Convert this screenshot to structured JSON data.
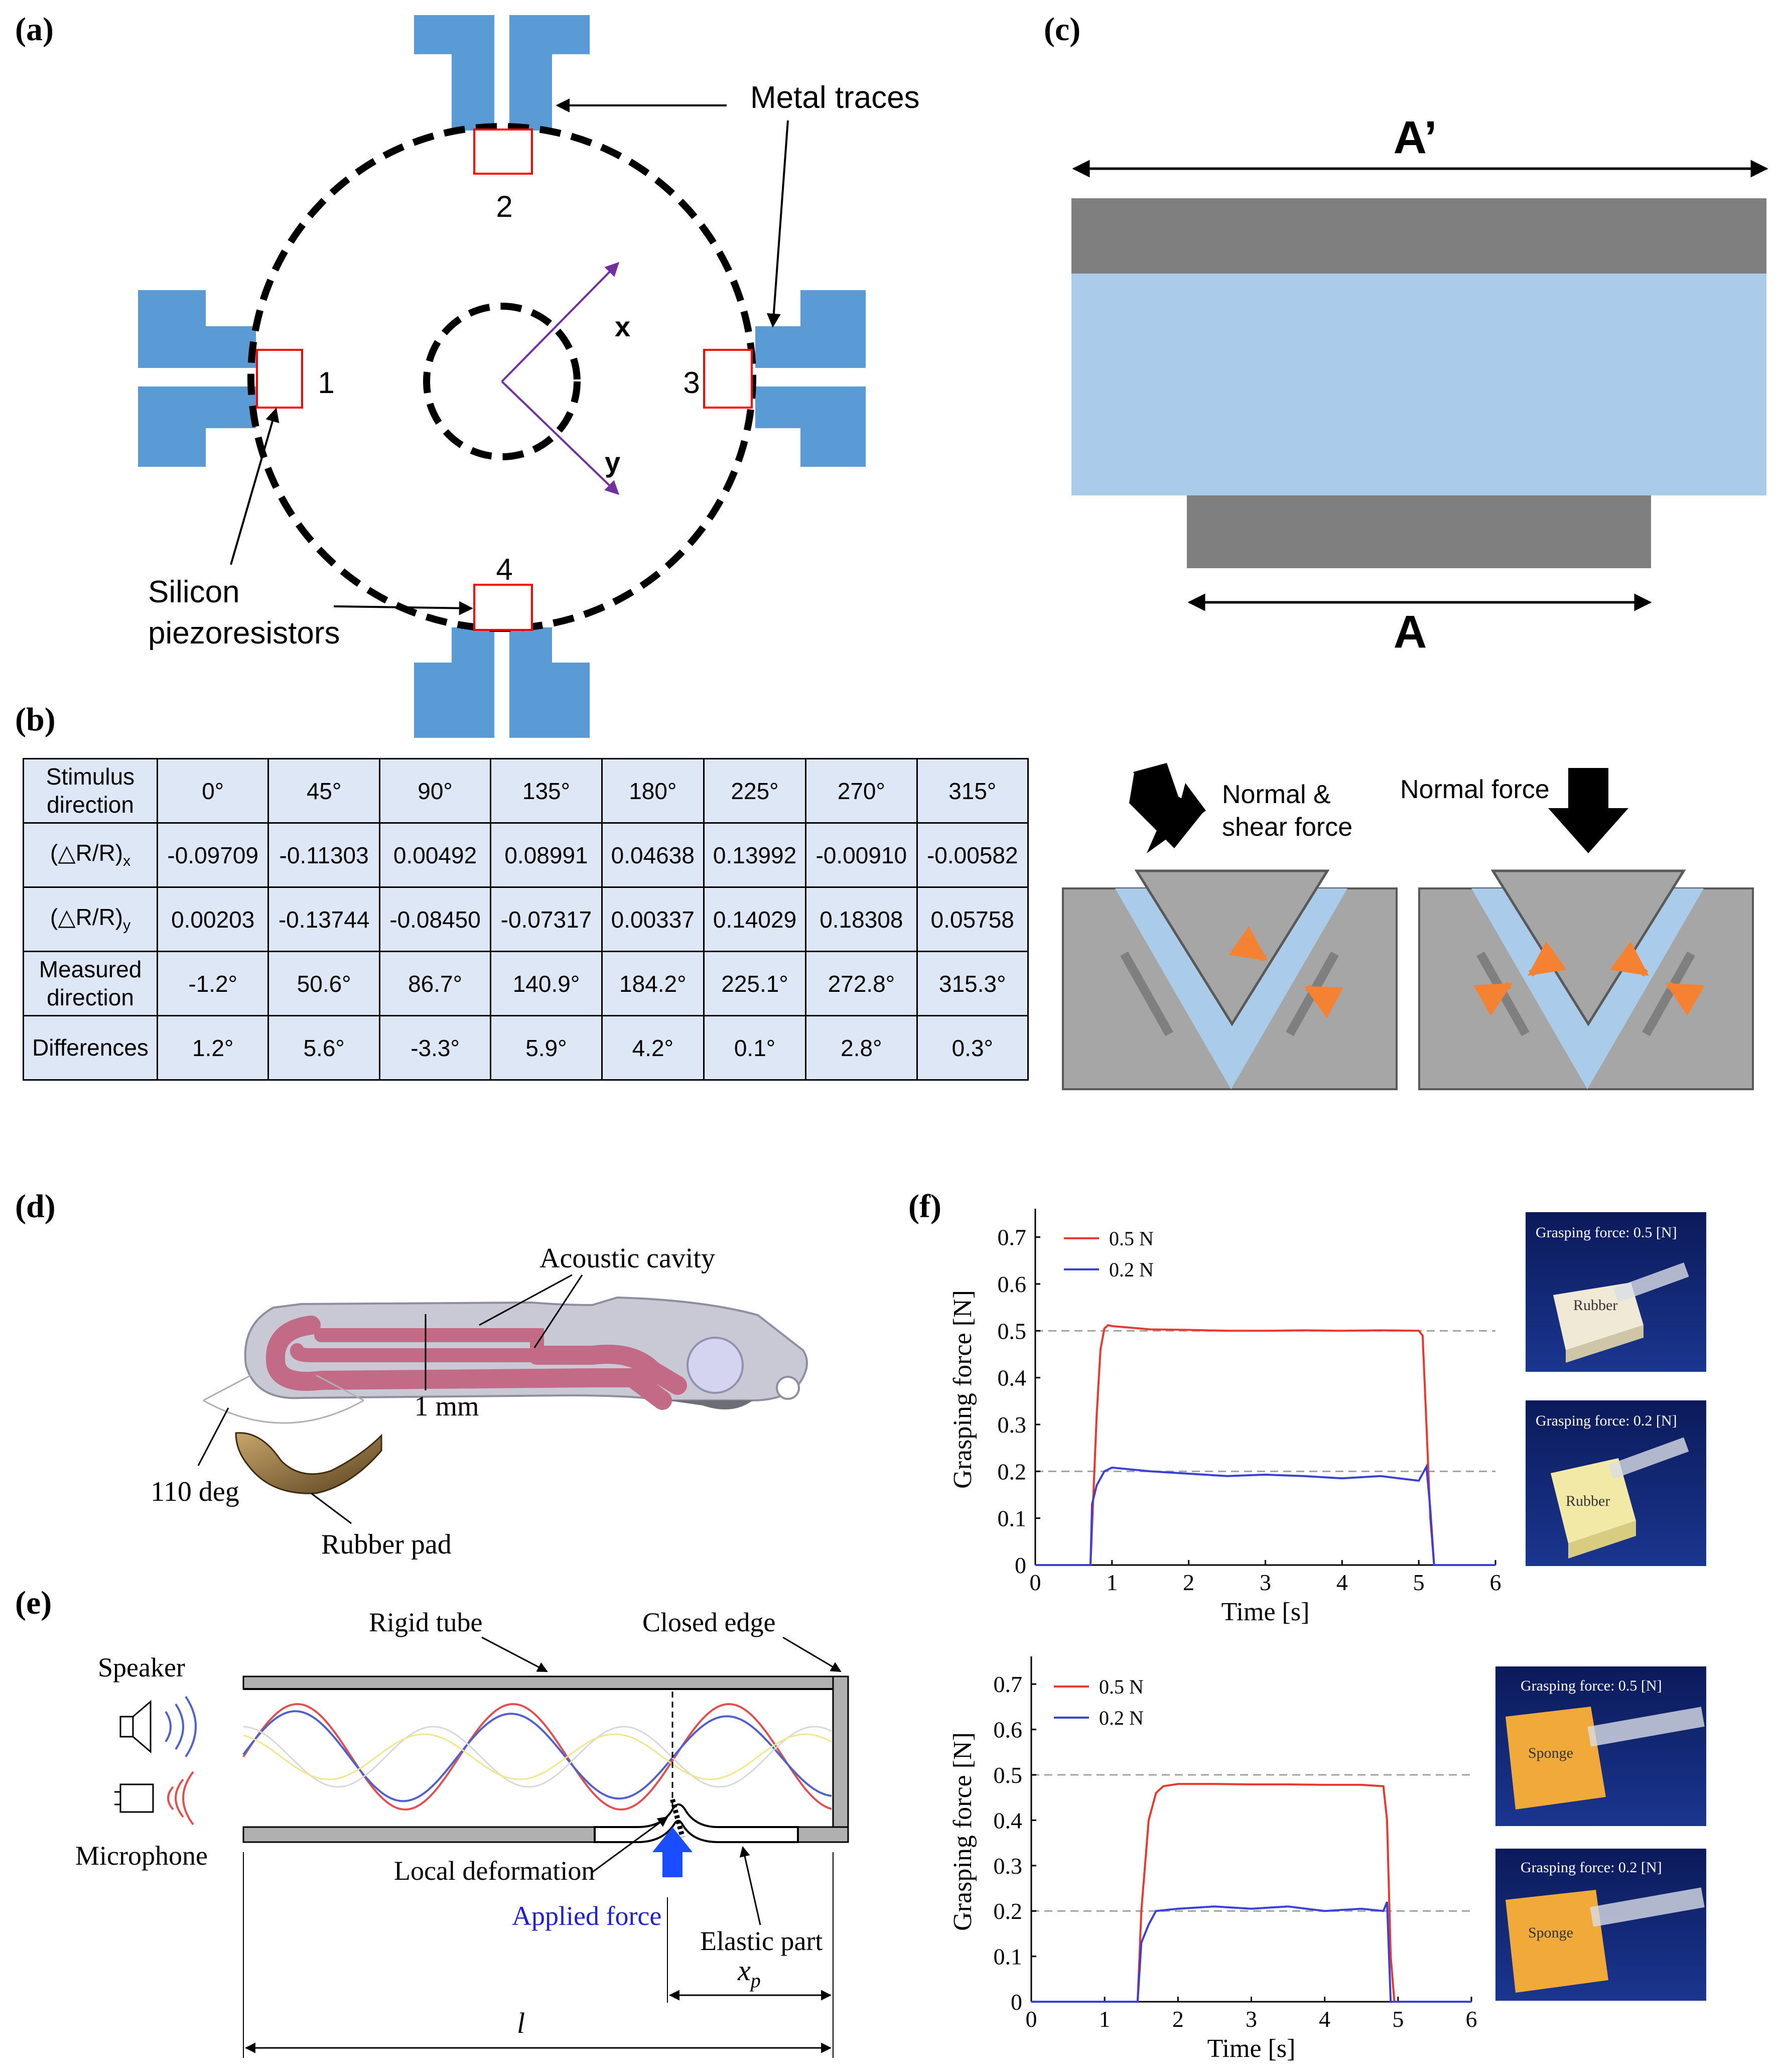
{
  "panel_labels": {
    "a": "(a)",
    "b": "(b)",
    "c": "(c)",
    "d": "(d)",
    "e": "(e)",
    "f": "(f)"
  },
  "panel_a": {
    "metal_traces": "Metal traces",
    "silicon_line1": "Silicon",
    "silicon_line2": "piezoresistors",
    "n1": "1",
    "n2": "2",
    "n3": "3",
    "n4": "4",
    "x": "x",
    "y": "y",
    "colors": {
      "trace": "#5b9bd5",
      "resistor": "#ff0000",
      "arrow": "#7030a0"
    }
  },
  "panel_b": {
    "header_line1": "Stimulus",
    "header_line2": "direction",
    "columns": [
      "0°",
      "45°",
      "90°",
      "135°",
      "180°",
      "225°",
      "270°",
      "315°"
    ],
    "rows": [
      {
        "label1": "(△R/R)",
        "sub": "x",
        "label2": "",
        "values": [
          "-0.09709",
          "-0.11303",
          "0.00492",
          "0.08991",
          "0.04638",
          "0.13992",
          "-0.00910",
          "-0.00582"
        ]
      },
      {
        "label1": "(△R/R)",
        "sub": "y",
        "label2": "",
        "values": [
          "0.00203",
          "-0.13744",
          "-0.08450",
          "-0.07317",
          "0.00337",
          "0.14029",
          "0.18308",
          "0.05758"
        ]
      },
      {
        "label1": "Measured",
        "sub": "",
        "label2": "direction",
        "values": [
          "-1.2°",
          "50.6°",
          "86.7°",
          "140.9°",
          "184.2°",
          "225.1°",
          "272.8°",
          "315.3°"
        ]
      },
      {
        "label1": "Differences",
        "sub": "",
        "label2": "",
        "values": [
          "1.2°",
          "5.6°",
          "-3.3°",
          "5.9°",
          "4.2°",
          "0.1°",
          "2.8°",
          "0.3°"
        ]
      }
    ],
    "cell_bg": "#dde7f5"
  },
  "panel_c": {
    "A_prime": "A’",
    "A": "A",
    "label_shear1": "Normal &",
    "label_shear2": "shear force",
    "label_normal": "Normal force",
    "colors": {
      "dark": "#7f7f7f",
      "light": "#abcbea",
      "gray": "#a6a6a6",
      "orange": "#f58232"
    }
  },
  "panel_d": {
    "acoustic_cavity": "Acoustic cavity",
    "mm": "1 mm",
    "deg": "110 deg",
    "rubber_pad": "Rubber pad"
  },
  "panel_e": {
    "rigid_tube": "Rigid tube",
    "closed_edge": "Closed edge",
    "speaker": "Speaker",
    "microphone": "Microphone",
    "local_deformation": "Local deformation",
    "applied_force": "Applied force",
    "elastic_part": "Elastic part",
    "xp_main": "x",
    "xp_sub": "p",
    "l": "l"
  },
  "panel_f": {
    "xlabel": "Time [s]",
    "ylabel": "Grasping force [N]",
    "legend": [
      "0.5 N",
      "0.2 N"
    ],
    "photo1": {
      "caption": "Grasping force: 0.5 [N]",
      "object": "Rubber"
    },
    "photo2": {
      "caption": "Grasping force: 0.2 [N]",
      "object": "Rubber"
    },
    "photo3": {
      "caption": "Grasping force: 0.5 [N]",
      "object": "Sponge"
    },
    "photo4": {
      "caption": "Grasping force: 0.2 [N]",
      "object": "Sponge"
    }
  },
  "chart_data": [
    {
      "type": "line",
      "xlabel": "Time [s]",
      "ylabel": "Grasping force [N]",
      "xlim": [
        0,
        6
      ],
      "ylim": [
        0,
        0.75
      ],
      "xticks": [
        "0",
        "1",
        "2",
        "3",
        "4",
        "5",
        "6"
      ],
      "yticks": [
        "0",
        "0.1",
        "0.2",
        "0.3",
        "0.4",
        "0.5",
        "0.6",
        "0.7"
      ],
      "reference_lines": [
        0.5,
        0.2
      ],
      "legend_position": "top-left",
      "series": [
        {
          "name": "0.5 N",
          "color": "#e8382f",
          "x": [
            0,
            0.72,
            0.75,
            0.8,
            0.85,
            0.9,
            0.95,
            1.0,
            1.5,
            2.0,
            2.5,
            3.0,
            3.5,
            4.0,
            4.5,
            5.0,
            5.05,
            5.1,
            5.15,
            5.2,
            6.0
          ],
          "y": [
            0,
            0,
            0.12,
            0.32,
            0.46,
            0.505,
            0.512,
            0.51,
            0.503,
            0.502,
            0.5,
            0.5,
            0.501,
            0.5,
            0.501,
            0.5,
            0.49,
            0.3,
            0.1,
            0,
            0
          ]
        },
        {
          "name": "0.2 N",
          "color": "#3a3fd6",
          "x": [
            0,
            0.72,
            0.74,
            0.8,
            0.9,
            1.0,
            1.5,
            2.0,
            2.5,
            3.0,
            3.5,
            4.0,
            4.5,
            5.0,
            5.1,
            5.15,
            5.2,
            6.0
          ],
          "y": [
            0,
            0,
            0.13,
            0.17,
            0.2,
            0.208,
            0.2,
            0.195,
            0.19,
            0.193,
            0.19,
            0.185,
            0.19,
            0.18,
            0.21,
            0.12,
            0,
            0
          ]
        }
      ]
    },
    {
      "type": "line",
      "xlabel": "Time [s]",
      "ylabel": "Grasping force [N]",
      "xlim": [
        0,
        6
      ],
      "ylim": [
        0,
        0.75
      ],
      "xticks": [
        "0",
        "1",
        "2",
        "3",
        "4",
        "5",
        "6"
      ],
      "yticks": [
        "0",
        "0.1",
        "0.2",
        "0.3",
        "0.4",
        "0.5",
        "0.6",
        "0.7"
      ],
      "reference_lines": [
        0.5,
        0.2
      ],
      "legend_position": "top-left",
      "series": [
        {
          "name": "0.5 N",
          "color": "#e8382f",
          "x": [
            0,
            1.45,
            1.5,
            1.6,
            1.7,
            1.8,
            2.0,
            2.5,
            3.0,
            3.5,
            4.0,
            4.5,
            4.8,
            4.85,
            4.9,
            4.95,
            6.0
          ],
          "y": [
            0,
            0,
            0.2,
            0.4,
            0.46,
            0.475,
            0.48,
            0.48,
            0.479,
            0.479,
            0.478,
            0.478,
            0.475,
            0.4,
            0.1,
            0,
            0
          ]
        },
        {
          "name": "0.2 N",
          "color": "#3a3fd6",
          "x": [
            0,
            1.45,
            1.5,
            1.6,
            1.7,
            2.0,
            2.5,
            3.0,
            3.5,
            4.0,
            4.5,
            4.8,
            4.85,
            4.9,
            6.0
          ],
          "y": [
            0,
            0,
            0.13,
            0.17,
            0.2,
            0.205,
            0.21,
            0.205,
            0.21,
            0.2,
            0.205,
            0.2,
            0.22,
            0,
            0
          ]
        }
      ]
    }
  ]
}
